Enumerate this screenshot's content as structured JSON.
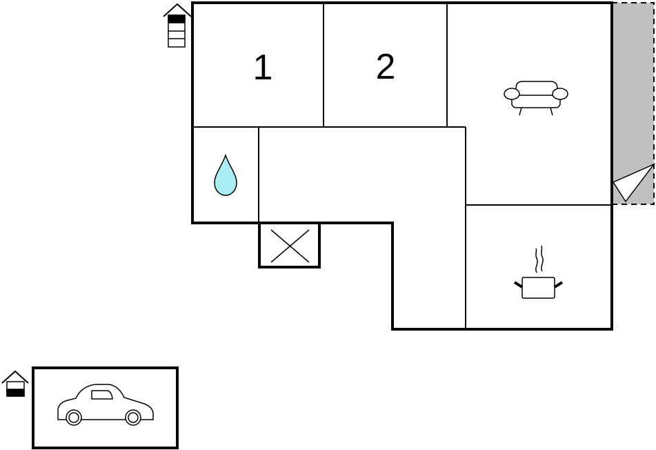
{
  "floorplan": {
    "rooms": [
      {
        "name": "bedroom",
        "label": "1"
      },
      {
        "name": "bedroom",
        "label": "2"
      }
    ],
    "icons": [
      "sofa-icon",
      "water-drop-icon",
      "cooking-pot-icon",
      "car-icon",
      "stairs-icon",
      "house-entrance-icon",
      "door-icon",
      "cross-mark-icon"
    ],
    "colors": {
      "wall": "#000000",
      "terrace": "#c0c0c0",
      "water": "#aaeef4",
      "background": "#ffffff"
    }
  }
}
